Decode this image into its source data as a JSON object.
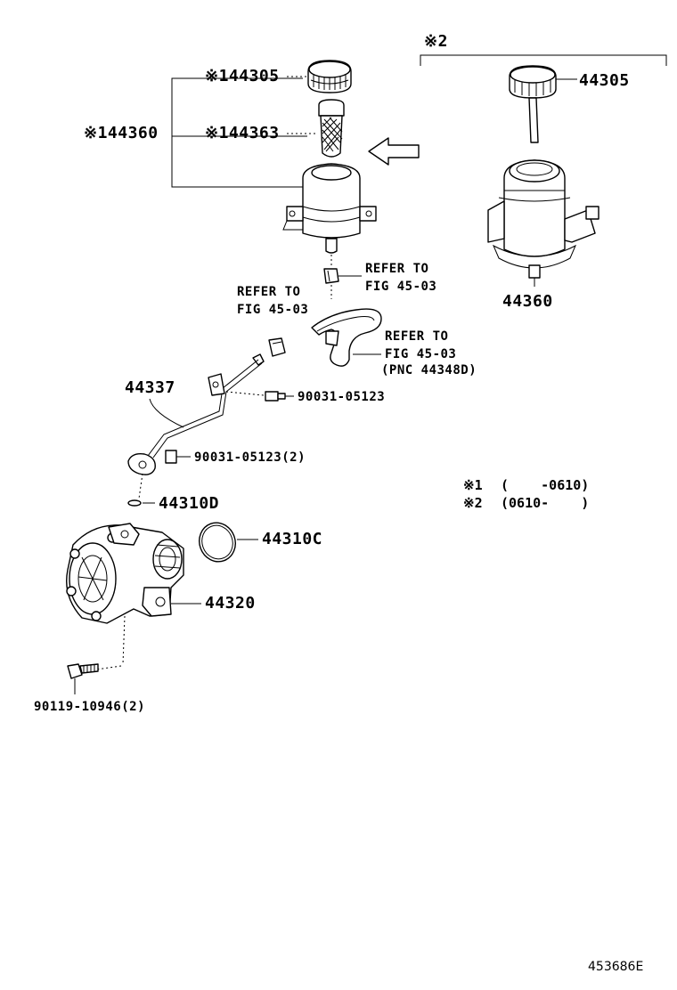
{
  "labels": {
    "pn_44305_v1": "※144305",
    "pn_44360_v1": "※144360",
    "pn_44363_v1": "※144363",
    "pn_44305_v2": "44305",
    "pn_44360_v2": "44360",
    "variant2_header": "※2",
    "refer1_line1": "REFER TO",
    "refer1_line2": "FIG 45-03",
    "refer2_line1": "REFER TO",
    "refer2_line2": "FIG 45-03",
    "refer3_line1": "REFER TO",
    "refer3_line2": "FIG 45-03",
    "refer3_line3": "(PNC 44348D)",
    "pn_44337": "44337",
    "pn_90031_a": "90031-05123",
    "pn_90031_b": "90031-05123(2)",
    "pn_44310D": "44310D",
    "pn_44310C": "44310C",
    "pn_44320": "44320",
    "pn_90119": "90119-10946(2)"
  },
  "legend": {
    "note1_mark": "※1",
    "note1_range": "(    -0610)",
    "note2_mark": "※2",
    "note2_range": "(0610-    )"
  },
  "figure_id": "453686E"
}
